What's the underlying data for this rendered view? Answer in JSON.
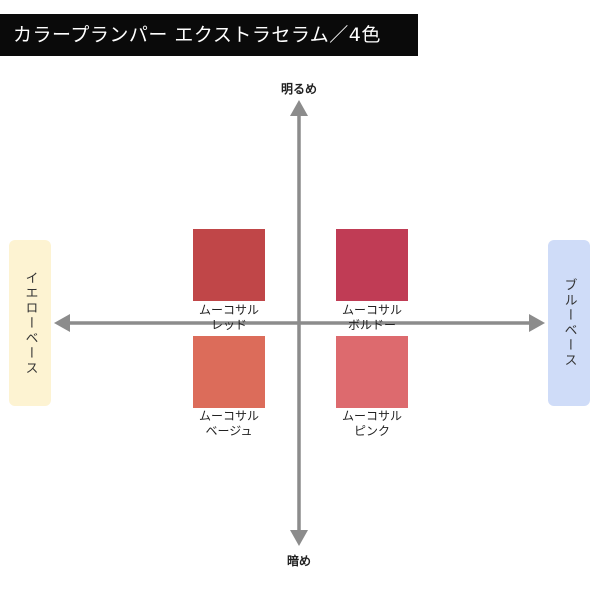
{
  "title": "カラープランパー エクストラセラム／4色",
  "axes": {
    "top": "明るめ",
    "bottom": "暗め",
    "left": "イエローベース",
    "right": "ブルーベース"
  },
  "colors": {
    "axis": "#8c8c8c",
    "yellow_base": "#fdf3d2",
    "blue_base": "#cfdcf8"
  },
  "shades": [
    {
      "line1": "ムーコサル",
      "line2": "レッド",
      "color": "#c04648"
    },
    {
      "line1": "ムーコサル",
      "line2": "ボルドー",
      "color": "#c03c55"
    },
    {
      "line1": "ムーコサル",
      "line2": "ベージュ",
      "color": "#dc6c5a"
    },
    {
      "line1": "ムーコサル",
      "line2": "ピンク",
      "color": "#dd6a6e"
    }
  ]
}
